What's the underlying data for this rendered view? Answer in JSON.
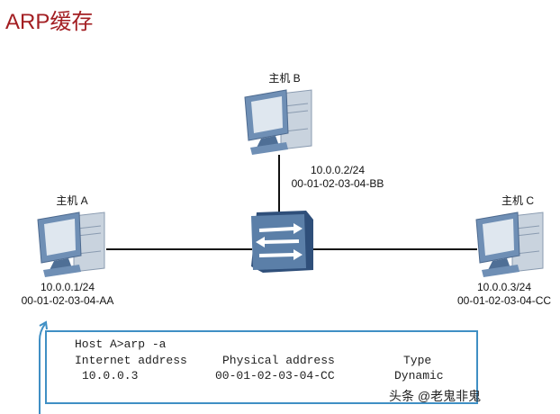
{
  "title": "ARP缓存",
  "hosts": [
    {
      "name": "主机 A",
      "ip": "10.0.0.1/24",
      "mac": "00-01-02-03-04-AA"
    },
    {
      "name": "主机 B",
      "ip": "10.0.0.2/24",
      "mac": "00-01-02-03-04-BB"
    },
    {
      "name": "主机 C",
      "ip": "10.0.0.3/24",
      "mac": "00-01-02-03-04-CC"
    }
  ],
  "terminal": {
    "command": "Host A>arp -a",
    "headers": [
      "Internet address",
      "Physical address",
      "Type"
    ],
    "rows": [
      [
        "10.0.0.3",
        "00-01-02-03-04-CC",
        "Dynamic"
      ]
    ]
  },
  "watermark": "头条 @老鬼非鬼",
  "colors": {
    "title": "#a31e22",
    "terminal_border": "#3f8fc4",
    "device": "#5b7fa8"
  }
}
